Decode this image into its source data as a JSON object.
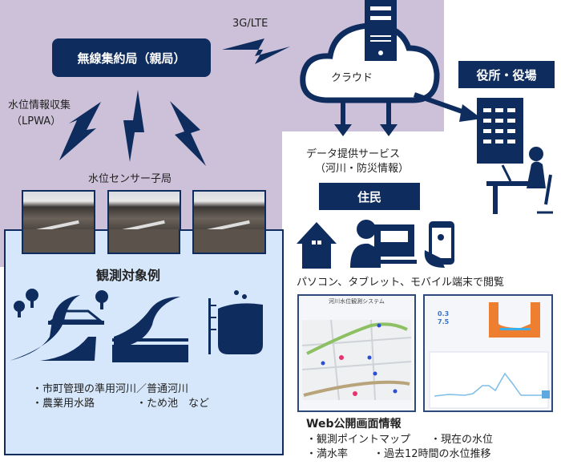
{
  "network": {
    "concentrator": "無線集約局（親局）",
    "uplink": "3G/LTE",
    "collection_line1": "水位情報収集",
    "collection_line2": "（LPWA）",
    "sensor_label": "水位センサー子局",
    "cloud_label": "クラウド",
    "service_line1": "データ提供サービス",
    "service_line2": "（河川・防災情報）",
    "office": "役所・役場",
    "residents": "住民",
    "devices": "パソコン、タブレット、モバイル端末で閲覧"
  },
  "targets": {
    "title": "観測対象例",
    "line1": "・市町管理の準用河川／普通河川",
    "line2a": "・農業用水路",
    "line2b": "・ため池　など"
  },
  "web": {
    "title": "Web公開画面情報",
    "line1a": "・観測ポイントマップ",
    "line1b": "・現在の水位",
    "line2a": "・満水率",
    "line2b": "・過去12時間の水位推移",
    "screen_title": "河川水位観測システム",
    "level_value": "0.3",
    "rate_value": "7.5"
  },
  "colors": {
    "navy": "#0e2d5e",
    "purple": "#cdc0d9",
    "lightblue": "#d6e7fb"
  }
}
